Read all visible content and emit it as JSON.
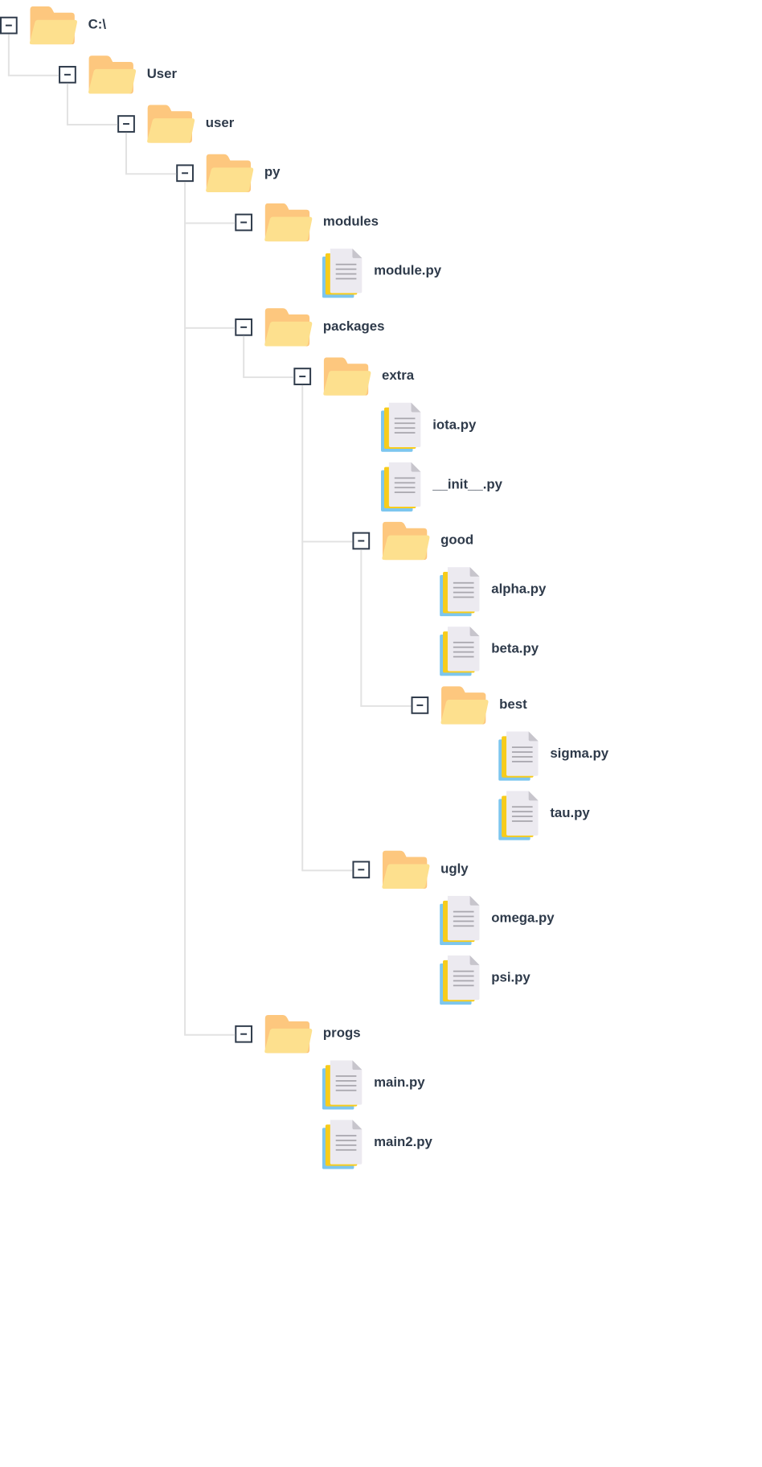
{
  "tree": {
    "label": "C:\\",
    "type": "folder",
    "expanded": true,
    "children": [
      {
        "label": "User",
        "type": "folder",
        "expanded": true,
        "children": [
          {
            "label": "user",
            "type": "folder",
            "expanded": true,
            "children": [
              {
                "label": "py",
                "type": "folder",
                "expanded": true,
                "children": [
                  {
                    "label": "modules",
                    "type": "folder",
                    "expanded": true,
                    "children": [
                      {
                        "label": "module.py",
                        "type": "file"
                      }
                    ]
                  },
                  {
                    "label": "packages",
                    "type": "folder",
                    "expanded": true,
                    "children": [
                      {
                        "label": "extra",
                        "type": "folder",
                        "expanded": true,
                        "children": [
                          {
                            "label": "iota.py",
                            "type": "file"
                          },
                          {
                            "label": "__init__.py",
                            "type": "file"
                          },
                          {
                            "label": "good",
                            "type": "folder",
                            "expanded": true,
                            "children": [
                              {
                                "label": "alpha.py",
                                "type": "file"
                              },
                              {
                                "label": "beta.py",
                                "type": "file"
                              },
                              {
                                "label": "best",
                                "type": "folder",
                                "expanded": true,
                                "children": [
                                  {
                                    "label": "sigma.py",
                                    "type": "file"
                                  },
                                  {
                                    "label": "tau.py",
                                    "type": "file"
                                  }
                                ]
                              }
                            ]
                          },
                          {
                            "label": "ugly",
                            "type": "folder",
                            "expanded": true,
                            "children": [
                              {
                                "label": "omega.py",
                                "type": "file"
                              },
                              {
                                "label": "psi.py",
                                "type": "file"
                              }
                            ]
                          }
                        ]
                      }
                    ]
                  },
                  {
                    "label": "progs",
                    "type": "folder",
                    "expanded": true,
                    "children": [
                      {
                        "label": "main.py",
                        "type": "file"
                      },
                      {
                        "label": "main2.py",
                        "type": "file"
                      }
                    ]
                  }
                ]
              }
            ]
          }
        ]
      }
    ]
  },
  "icons": {
    "folder": "folder-icon",
    "file": "python-file-icon",
    "toggle": "collapse-toggle-icon"
  },
  "colors": {
    "label": "#2e3a4a",
    "connector": "#e2e2e2",
    "toggle_border": "#2e3a4a",
    "folder_back": "#fdc77e",
    "folder_front": "#fde08e",
    "file_page": "#eceaf0",
    "file_fold": "#c7c5cc",
    "file_lines": "#a9a7ae",
    "file_yellow": "#f7cc1b",
    "file_blue": "#7cc6ef"
  }
}
